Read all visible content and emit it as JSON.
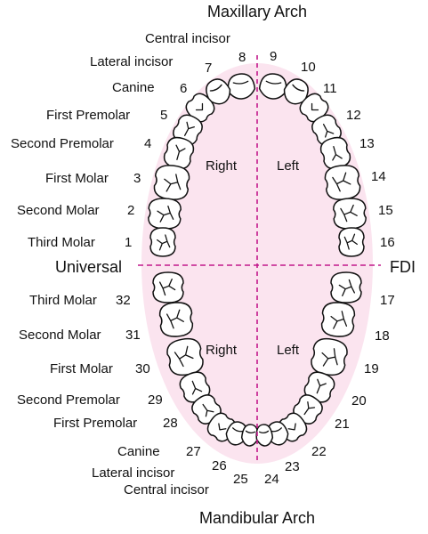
{
  "colors": {
    "palate": "#fbe4ef",
    "dash": "#c2188b",
    "ink": "#111111"
  },
  "titles": {
    "top": "Maxillary Arch",
    "bottom": "Mandibular Arch"
  },
  "systems": {
    "left": "Universal",
    "right": "FDI"
  },
  "quadrant_labels": {
    "upper_right": "Right",
    "upper_left": "Left",
    "lower_right": "Right",
    "lower_left": "Left"
  },
  "upper_names": [
    "Central incisor",
    "Lateral incisor",
    "Canine",
    "First Premolar",
    "Second Premolar",
    "First Molar",
    "Second Molar",
    "Third Molar"
  ],
  "upper_right_numbers": [
    "8",
    "7",
    "6",
    "5",
    "4",
    "3",
    "2",
    "1"
  ],
  "upper_left_numbers": [
    "9",
    "10",
    "11",
    "12",
    "13",
    "14",
    "15",
    "16"
  ],
  "lower_names": [
    "Third Molar",
    "Second Molar",
    "First Molar",
    "Second Premolar",
    "First Premolar",
    "Canine",
    "Lateral incisor",
    "Central incisor"
  ],
  "lower_right_numbers": [
    "32",
    "31",
    "30",
    "29",
    "28",
    "27",
    "26",
    "25"
  ],
  "lower_left_numbers": [
    "17",
    "18",
    "19",
    "20",
    "21",
    "22",
    "23",
    "24"
  ]
}
